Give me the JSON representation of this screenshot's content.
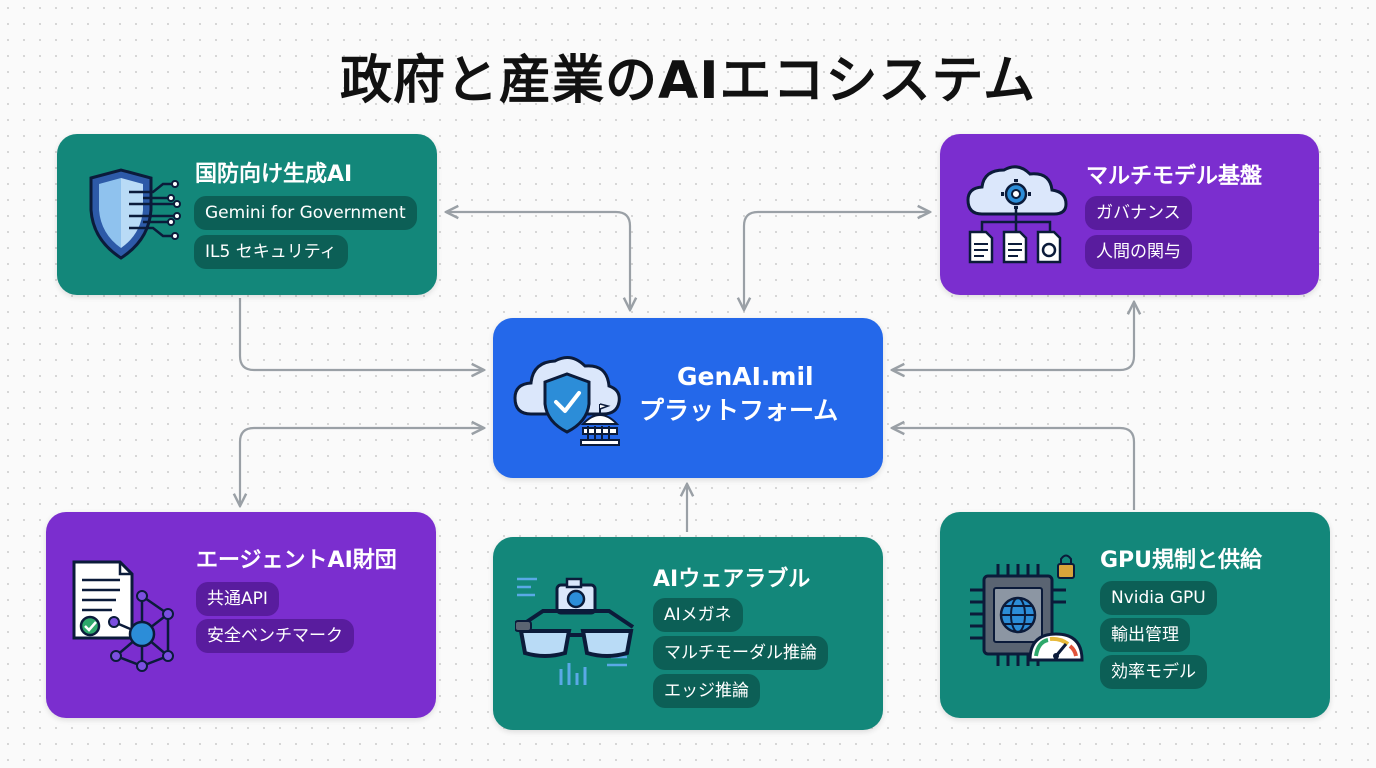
{
  "title": "政府と産業のAIエコシステム",
  "center": {
    "line1": "GenAI.mil",
    "line2": "プラットフォーム",
    "icon": "cloud-shield-capitol-icon"
  },
  "defense": {
    "title": "国防向け生成AI",
    "tags": [
      "Gemini for Government",
      "IL5 セキュリティ"
    ],
    "icon": "shield-circuit-icon"
  },
  "multimodel": {
    "title": "マルチモデル基盤",
    "tags": [
      "ガバナンス",
      "人間の関与"
    ],
    "icon": "cloud-gear-documents-icon"
  },
  "agent": {
    "title": "エージェントAI財団",
    "tags": [
      "共通API",
      "安全ベンチマーク"
    ],
    "icon": "document-network-icon"
  },
  "wearable": {
    "title": "AIウェアラブル",
    "tags": [
      "AIメガネ",
      "マルチモーダル推論",
      "エッジ推論"
    ],
    "icon": "smart-glasses-camera-icon"
  },
  "gpu": {
    "title": "GPU規制と供給",
    "tags": [
      "Nvidia GPU",
      "輸出管理",
      "効率モデル"
    ],
    "icon": "gpu-chip-lock-gauge-icon"
  },
  "colors": {
    "teal": "#13877a",
    "purple": "#7b2ecf",
    "blue": "#2468ea",
    "connector": "#9aa0a6"
  }
}
